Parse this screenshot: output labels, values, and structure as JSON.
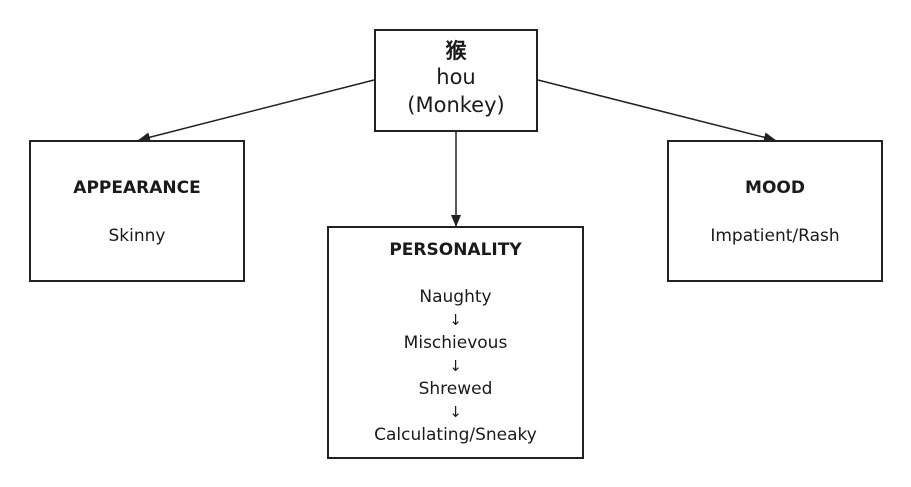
{
  "center": {
    "glyph": "猴",
    "romanization": "hou",
    "translation": "(Monkey)"
  },
  "appearance": {
    "title": "APPEARANCE",
    "value": "Skinny"
  },
  "personality": {
    "title": "PERSONALITY",
    "steps": [
      "Naughty",
      "Mischievous",
      "Shrewed",
      "Calculating/Sneaky"
    ],
    "arrow": "↓"
  },
  "mood": {
    "title": "MOOD",
    "value": "Impatient/Rash"
  },
  "colors": {
    "stroke": "#222222",
    "background": "#ffffff"
  }
}
